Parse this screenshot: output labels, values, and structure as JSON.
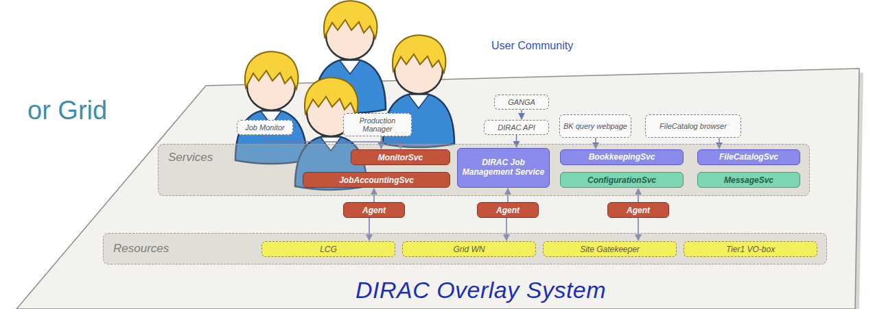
{
  "diagram": {
    "nodes": [
      {
        "text": [
          "DIRAC Overlay System"
        ]
      },
      {
        "text": [
          "GANGA"
        ],
        "in": 0
      },
      {
        "text": [
          "Job Monitor"
        ],
        "in": 0
      },
      {
        "text": [
          "Production Manager"
        ],
        "in": 0
      },
      {
        "text": [
          "DIRAC API"
        ],
        "in": 0
      },
      {
        "text": [
          "BK query webpage"
        ],
        "in": 0
      },
      {
        "text": [
          "FileCatalog browser"
        ],
        "in": 0
      },
      {
        "text": [
          "Services"
        ],
        "in": 0
      },
      {
        "text": [
          "MonitorSvc"
        ],
        "in": 7
      },
      {
        "text": [
          "JobAccountingSvc"
        ],
        "in": 7
      },
      {
        "text": [
          "DIRAC Job Management Service"
        ],
        "in": 7
      },
      {
        "text": [
          "BookkeepingSvc"
        ],
        "in": 7
      },
      {
        "text": [
          "FileCatalogSvc"
        ],
        "in": 7
      },
      {
        "text": [
          "ConfigurationSvc"
        ],
        "in": 7
      },
      {
        "text": [
          "MessageSvc"
        ],
        "in": 7
      },
      {
        "text": [
          "Agent"
        ],
        "in": 0
      },
      {
        "text": [
          "Agent"
        ],
        "in": 0
      },
      {
        "text": [
          "Agent"
        ],
        "in": 0
      },
      {
        "text": [
          "Resources"
        ],
        "in": 0
      },
      {
        "text": [
          "LCG"
        ],
        "in": 18
      },
      {
        "text": [
          "Grid WN"
        ],
        "in": 18
      },
      {
        "text": [
          "Site Gatekeeper"
        ],
        "in": 18
      },
      {
        "text": [
          "Tier1 VO-box"
        ],
        "in": 18
      }
    ],
    "edges": [
      {
        "from": 1,
        "to": 4,
        "arrow": "to"
      },
      {
        "from": 2,
        "to": 8,
        "arrow": "to"
      },
      {
        "from": 3,
        "to": 8,
        "arrow": "to"
      },
      {
        "from": 4,
        "to": 10,
        "arrow": "to"
      },
      {
        "from": 5,
        "to": 11,
        "arrow": "to"
      },
      {
        "from": 6,
        "to": 12,
        "arrow": "to"
      },
      {
        "from": 15,
        "to": 9,
        "arrow": "to"
      },
      {
        "from": 16,
        "to": 10,
        "arrow": "to"
      },
      {
        "from": 17,
        "to": 13,
        "arrow": "to"
      },
      {
        "from": 15,
        "to": 19,
        "arrow": "to"
      },
      {
        "from": 16,
        "to": 20,
        "arrow": "to"
      },
      {
        "from": 17,
        "to": 21,
        "arrow": "to"
      }
    ],
    "labels": [
      "or Grid",
      "User Community"
    ]
  }
}
